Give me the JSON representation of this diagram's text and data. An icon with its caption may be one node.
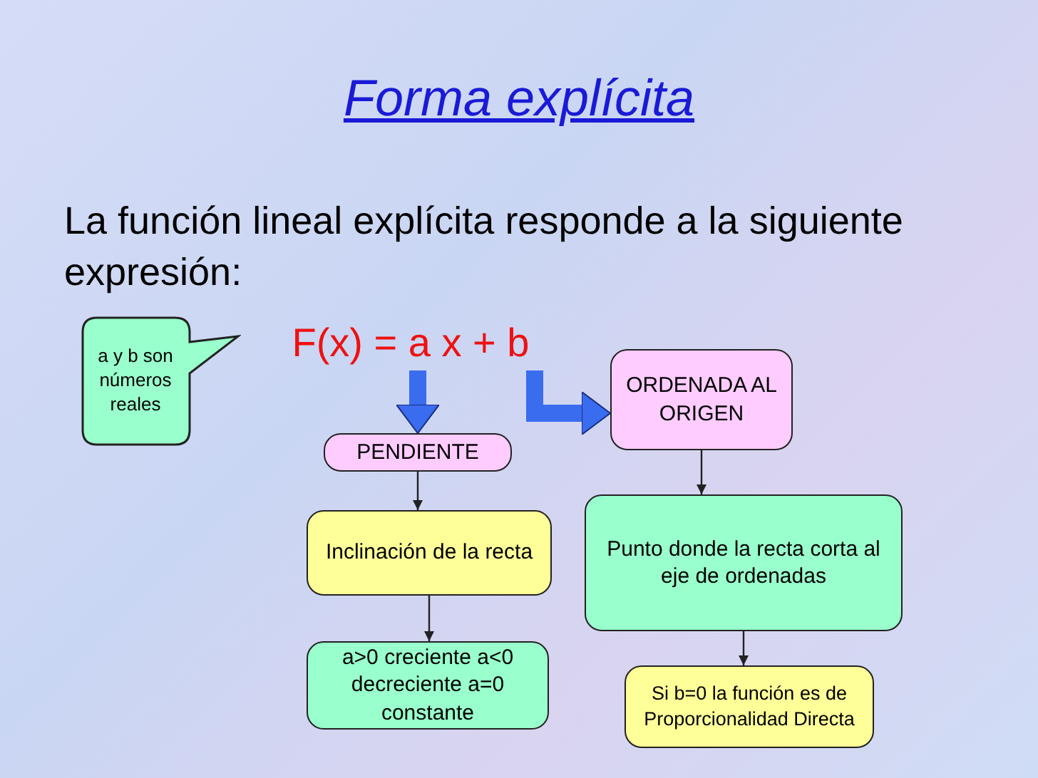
{
  "diagram": {
    "title": "Forma explícita",
    "nodes": [
      {
        "text": [
          "a y b son números reales"
        ]
      },
      {
        "text": [
          "F(x) = a x + b"
        ]
      },
      {
        "text": [
          "PENDIENTE"
        ]
      },
      {
        "text": [
          "ORDENADA AL ORIGEN"
        ]
      },
      {
        "text": [
          "Inclinación de la recta"
        ]
      },
      {
        "text": [
          "Punto donde la recta corta al eje de ordenadas"
        ]
      },
      {
        "text": [
          "a>0 creciente a<0 decreciente a=0 constante"
        ]
      },
      {
        "text": [
          "Si b=0 la función es de Proporcionalidad Directa"
        ]
      }
    ],
    "edges": [
      {
        "from": 1,
        "to": 2,
        "arrow": "to",
        "style": "thick",
        "color": "#3a6cf0"
      },
      {
        "from": 1,
        "to": 3,
        "arrow": "to",
        "style": "thick",
        "color": "#3a6cf0"
      },
      {
        "from": 2,
        "to": 4,
        "arrow": "to"
      },
      {
        "from": 4,
        "to": 6,
        "arrow": "to"
      },
      {
        "from": 3,
        "to": 5,
        "arrow": "to"
      },
      {
        "from": 5,
        "to": 7,
        "arrow": "to"
      }
    ],
    "labels": [
      "La función lineal explícita responde a la siguiente expresión:"
    ]
  }
}
